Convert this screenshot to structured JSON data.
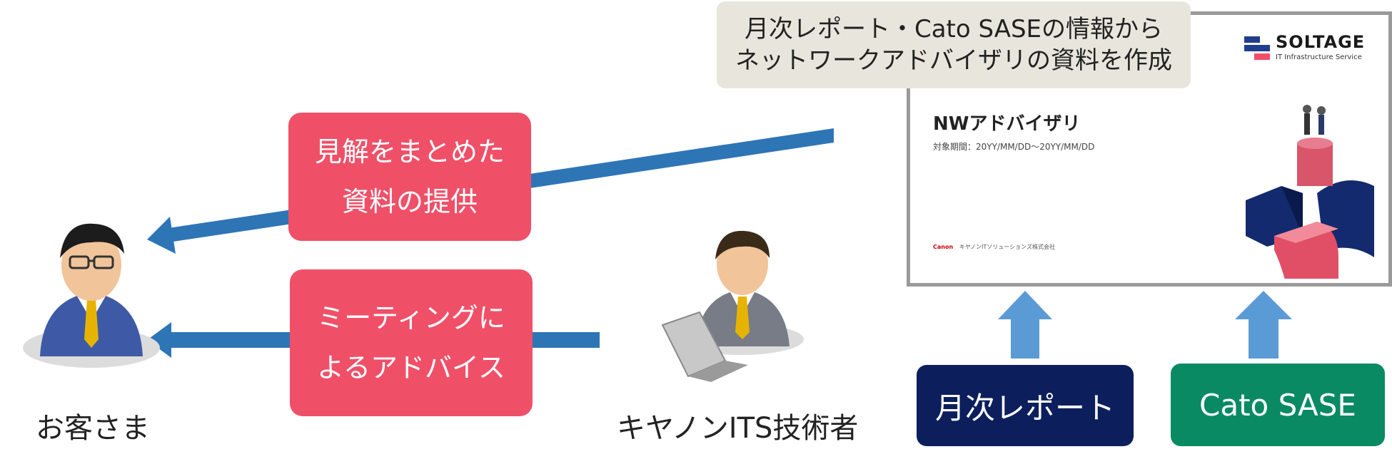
{
  "callout": {
    "line1": "月次レポート・Cato SASEの情報から",
    "line2": "ネットワークアドバイザリの資料を作成"
  },
  "provide_box": {
    "line1": "見解をまとめた",
    "line2": "資料の提供"
  },
  "meeting_box": {
    "line1": "ミーティングに",
    "line2": "よるアドバイス"
  },
  "customer_label": "お客さま",
  "engineer_label": "キヤノンITS技術者",
  "slide": {
    "logo_name": "SOLTAGE",
    "logo_sub": "IT Infrastructure Service",
    "title": "NWアドバイザリ",
    "period": "対象期間：20YY/MM/DD～20YY/MM/DD",
    "footer_company": "キヤノンITソリューションズ株式会社",
    "footer_brand": "Canon"
  },
  "sources": {
    "monthly": "月次レポート",
    "cato": "Cato SASE"
  },
  "colors": {
    "arrow_blue": "#2e75b6",
    "up_arrow_blue": "#5b9bd5",
    "pink": "#ef5068",
    "navy": "#0c1f5c",
    "green": "#0a8a63"
  }
}
